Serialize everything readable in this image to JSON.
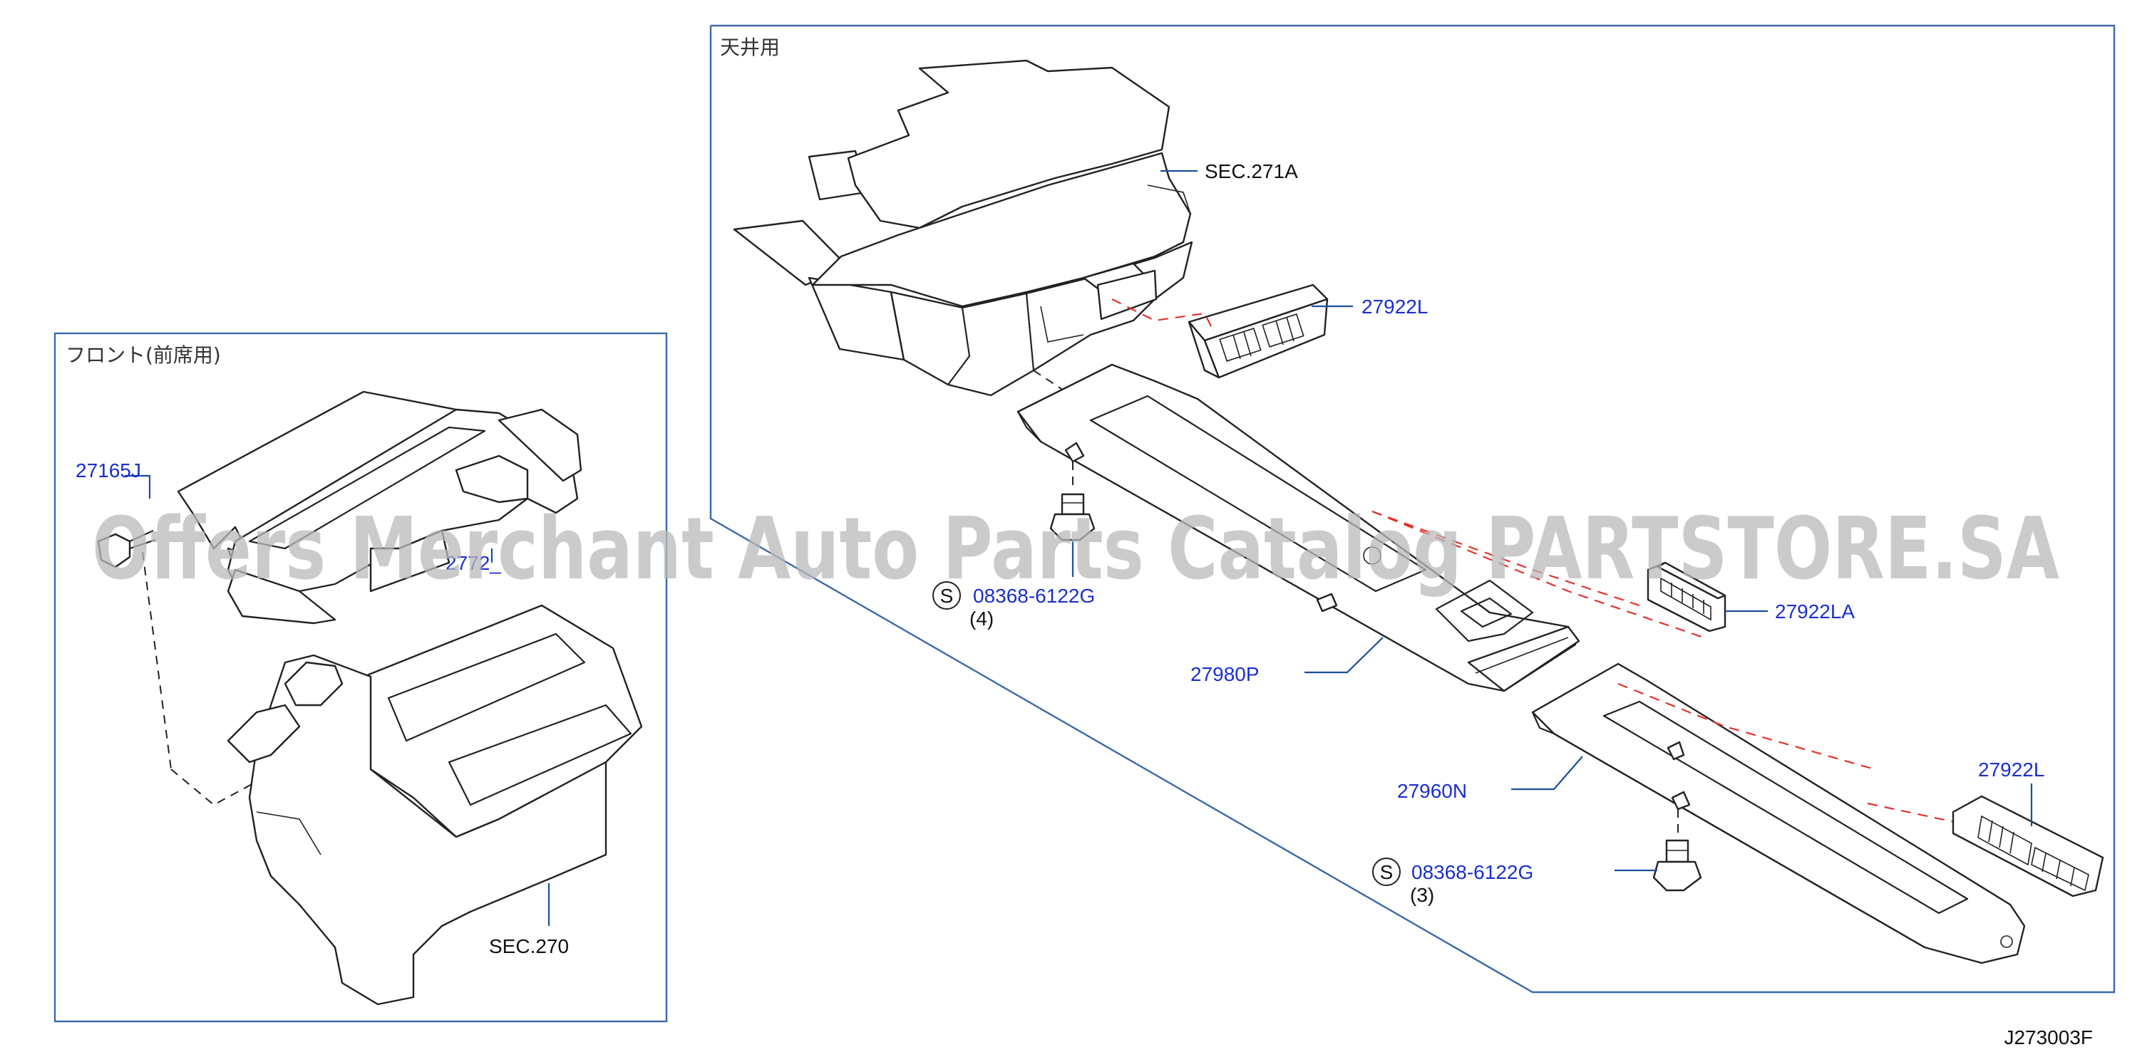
{
  "captions": {
    "left_panel": "フロント(前席用)",
    "right_panel": "天井用"
  },
  "labels": {
    "sec271a": "SEC.271A",
    "p27922l_top": "27922L",
    "p27165j": "27165J",
    "p27922la": "27922LA",
    "p08368_a": "08368-6122G",
    "qty_a": "(4)",
    "p27980p": "27980P",
    "p27922l_right": "27922L",
    "p27960n": "27960N",
    "p08368_b": "08368-6122G",
    "qty_b": "(3)",
    "sec270": "SEC.270",
    "hidden_partial": "2772_"
  },
  "symbols": {
    "s_mark": "S"
  },
  "watermark": "Offers Merchant Auto Parts Catalog PARTSTORE.SA",
  "drawing_code": "J273003F",
  "colors": {
    "part_number": "#1a2fd0",
    "leader": "#1a4f9c",
    "frame": "#3a6aa8",
    "dashed_guide": "#e4322b"
  }
}
